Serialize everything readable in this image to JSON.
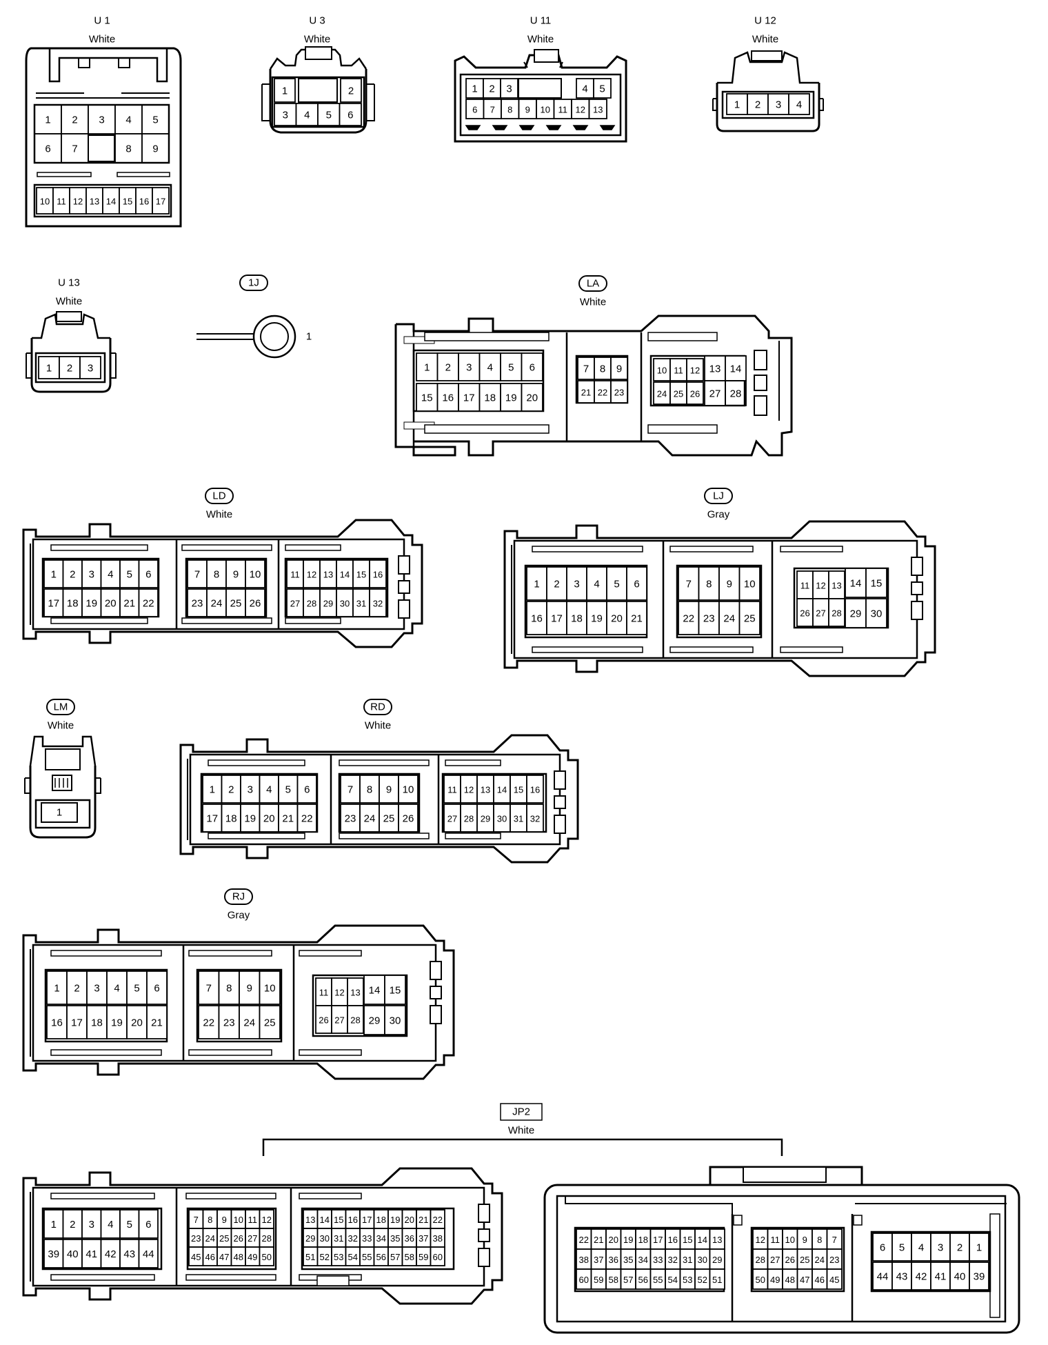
{
  "connectors": [
    {
      "id": "U1",
      "label": "U 1",
      "color": "White",
      "pins": [
        "1",
        "2",
        "3",
        "4",
        "5",
        "6",
        "7",
        "8",
        "9",
        "10",
        "11",
        "12",
        "13",
        "14",
        "15",
        "16",
        "17"
      ]
    },
    {
      "id": "U3",
      "label": "U 3",
      "color": "White",
      "pins": [
        "1",
        "2",
        "3",
        "4",
        "5",
        "6"
      ]
    },
    {
      "id": "U11",
      "label": "U 11",
      "color": "White",
      "pins": [
        "1",
        "2",
        "3",
        "4",
        "5",
        "6",
        "7",
        "8",
        "9",
        "10",
        "11",
        "12",
        "13"
      ]
    },
    {
      "id": "U12",
      "label": "U 12",
      "color": "White",
      "pins": [
        "1",
        "2",
        "3",
        "4"
      ]
    },
    {
      "id": "U13",
      "label": "U 13",
      "color": "White",
      "pins": [
        "1",
        "2",
        "3"
      ]
    },
    {
      "id": "1J",
      "label": "1J",
      "color": "",
      "pins": [
        "1"
      ]
    },
    {
      "id": "LA",
      "label": "LA",
      "color": "White",
      "pins": [
        "1",
        "2",
        "3",
        "4",
        "5",
        "6",
        "7",
        "8",
        "9",
        "10",
        "11",
        "12",
        "13",
        "14",
        "15",
        "16",
        "17",
        "18",
        "19",
        "20",
        "21",
        "22",
        "23",
        "24",
        "25",
        "26",
        "27",
        "28"
      ]
    },
    {
      "id": "LD",
      "label": "LD",
      "color": "White",
      "pins": [
        "1",
        "2",
        "3",
        "4",
        "5",
        "6",
        "7",
        "8",
        "9",
        "10",
        "11",
        "12",
        "13",
        "14",
        "15",
        "16",
        "17",
        "18",
        "19",
        "20",
        "21",
        "22",
        "23",
        "24",
        "25",
        "26",
        "27",
        "28",
        "29",
        "30",
        "31",
        "32"
      ]
    },
    {
      "id": "LJ",
      "label": "LJ",
      "color": "Gray",
      "pins": [
        "1",
        "2",
        "3",
        "4",
        "5",
        "6",
        "7",
        "8",
        "9",
        "10",
        "11",
        "12",
        "13",
        "14",
        "15",
        "16",
        "17",
        "18",
        "19",
        "20",
        "21",
        "22",
        "23",
        "24",
        "25",
        "26",
        "27",
        "28",
        "29",
        "30"
      ]
    },
    {
      "id": "LM",
      "label": "LM",
      "color": "White",
      "pins": [
        "1"
      ]
    },
    {
      "id": "RD",
      "label": "RD",
      "color": "White",
      "pins": [
        "1",
        "2",
        "3",
        "4",
        "5",
        "6",
        "7",
        "8",
        "9",
        "10",
        "11",
        "12",
        "13",
        "14",
        "15",
        "16",
        "17",
        "18",
        "19",
        "20",
        "21",
        "22",
        "23",
        "24",
        "25",
        "26",
        "27",
        "28",
        "29",
        "30",
        "31",
        "32"
      ]
    },
    {
      "id": "RJ",
      "label": "RJ",
      "color": "Gray",
      "pins": [
        "1",
        "2",
        "3",
        "4",
        "5",
        "6",
        "7",
        "8",
        "9",
        "10",
        "11",
        "12",
        "13",
        "14",
        "15",
        "16",
        "17",
        "18",
        "19",
        "20",
        "21",
        "22",
        "23",
        "24",
        "25",
        "26",
        "27",
        "28",
        "29",
        "30"
      ]
    },
    {
      "id": "JP2",
      "label": "JP2",
      "color": "White",
      "pins": [
        "1",
        "2",
        "3",
        "4",
        "5",
        "6",
        "7",
        "8",
        "9",
        "10",
        "11",
        "12",
        "13",
        "14",
        "15",
        "16",
        "17",
        "18",
        "19",
        "20",
        "21",
        "22",
        "23",
        "24",
        "25",
        "26",
        "27",
        "28",
        "29",
        "30",
        "31",
        "32",
        "33",
        "34",
        "35",
        "36",
        "37",
        "38",
        "39",
        "40",
        "41",
        "42",
        "43",
        "44",
        "45",
        "46",
        "47",
        "48",
        "49",
        "50",
        "51",
        "52",
        "53",
        "54",
        "55",
        "56",
        "57",
        "58",
        "59",
        "60"
      ]
    }
  ]
}
